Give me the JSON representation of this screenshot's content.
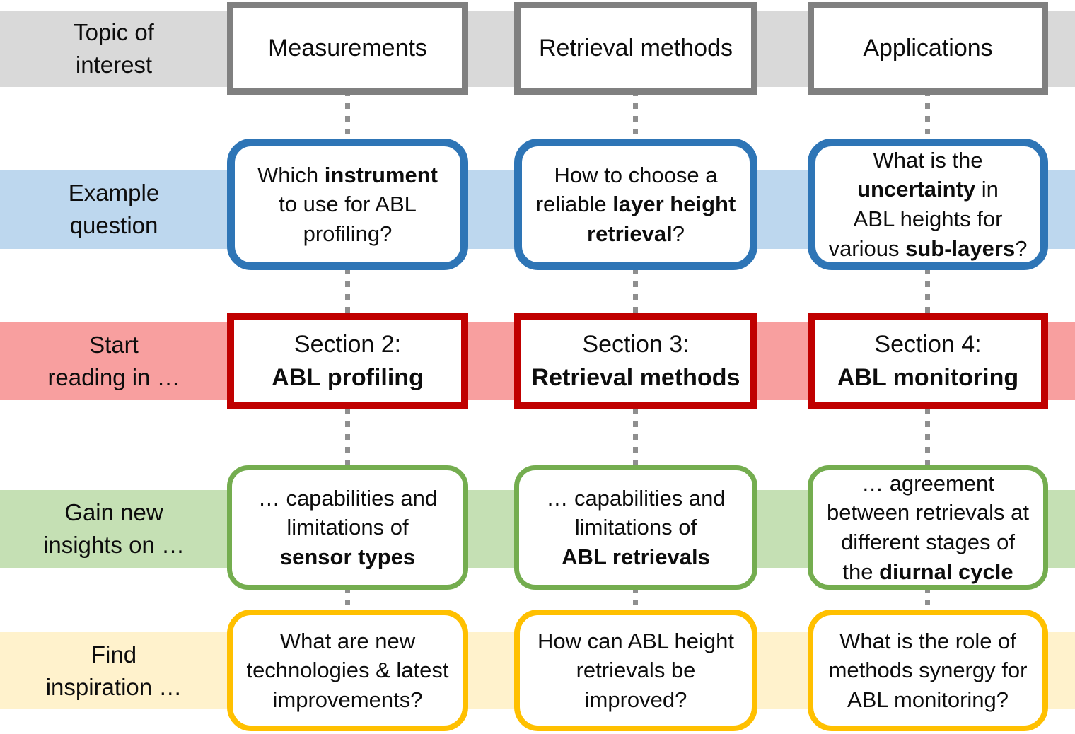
{
  "palette": {
    "band_gray": "#d9d9d9",
    "band_blue": "#bdd7ee",
    "band_red": "#f89f9f",
    "band_green": "#c5e0b4",
    "band_yellow": "#fff2cc",
    "border_gray": "#808080",
    "border_blue": "#2e75b6",
    "border_red": "#c00000",
    "border_green": "#74ad4f",
    "border_yellow": "#ffc000",
    "connector_gray": "#8f8f8f",
    "text": "#000000",
    "box_background": "#ffffff"
  },
  "rows": [
    {
      "key": "topic",
      "label": "Topic of\ninterest",
      "boxes": [
        [
          {
            "t": "Measurements"
          }
        ],
        [
          {
            "t": "Retrieval methods"
          }
        ],
        [
          {
            "t": "Applications"
          }
        ]
      ]
    },
    {
      "key": "question",
      "label": "Example\nquestion",
      "boxes": [
        [
          {
            "t": "Which "
          },
          {
            "t": "instrument",
            "b": true
          },
          {
            "t": "\nto use for ABL\nprofiling?"
          }
        ],
        [
          {
            "t": "How to choose a\nreliable "
          },
          {
            "t": "layer height",
            "b": true
          },
          {
            "t": "\n"
          },
          {
            "t": "retrieval",
            "b": true
          },
          {
            "t": "?"
          }
        ],
        [
          {
            "t": "What is the\n"
          },
          {
            "t": "uncertainty",
            "b": true
          },
          {
            "t": " in\nABL heights for\nvarious "
          },
          {
            "t": "sub-layers",
            "b": true
          },
          {
            "t": "?"
          }
        ]
      ]
    },
    {
      "key": "section",
      "label": "Start\nreading in …",
      "boxes": [
        [
          {
            "t": "Section 2:\n"
          },
          {
            "t": "ABL profiling",
            "b": true
          }
        ],
        [
          {
            "t": "Section 3:\n"
          },
          {
            "t": "Retrieval methods",
            "b": true
          }
        ],
        [
          {
            "t": "Section 4:\n"
          },
          {
            "t": "ABL monitoring",
            "b": true
          }
        ]
      ]
    },
    {
      "key": "insights",
      "label": "Gain new\ninsights on …",
      "boxes": [
        [
          {
            "t": "… capabilities and\nlimitations of\n"
          },
          {
            "t": "sensor types",
            "b": true
          }
        ],
        [
          {
            "t": "… capabilities and\nlimitations of\n"
          },
          {
            "t": "ABL retrievals",
            "b": true
          }
        ],
        [
          {
            "t": "… agreement\nbetween retrievals at\ndifferent stages of\nthe "
          },
          {
            "t": "diurnal cycle",
            "b": true
          }
        ]
      ]
    },
    {
      "key": "inspiration",
      "label": "Find\ninspiration …",
      "boxes": [
        [
          {
            "t": "What are new\ntechnologies & latest\nimprovements?"
          }
        ],
        [
          {
            "t": "How can ABL height\nretrievals be\nimproved?"
          }
        ],
        [
          {
            "t": "What is the role of\nmethods synergy for\nABL monitoring?"
          }
        ]
      ]
    }
  ]
}
